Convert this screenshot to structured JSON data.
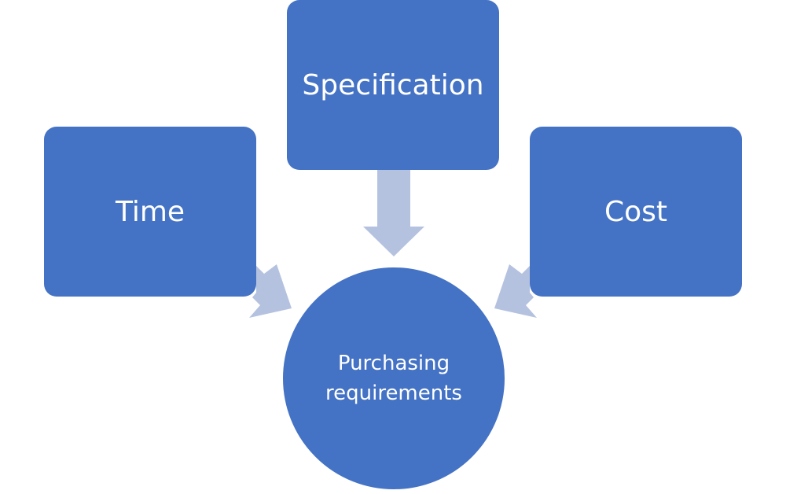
{
  "diagram": {
    "nodes": {
      "time": "Time",
      "specification": "Specification",
      "cost": "Cost",
      "center_line1": "Purchasing",
      "center_line2": "requirements"
    },
    "colors": {
      "box_fill": "#4472c4",
      "arrow_fill": "#b4c2e0",
      "text": "#ffffff"
    },
    "edges": [
      {
        "from": "time",
        "to": "purchasing-requirements"
      },
      {
        "from": "specification",
        "to": "purchasing-requirements"
      },
      {
        "from": "cost",
        "to": "purchasing-requirements"
      }
    ]
  }
}
